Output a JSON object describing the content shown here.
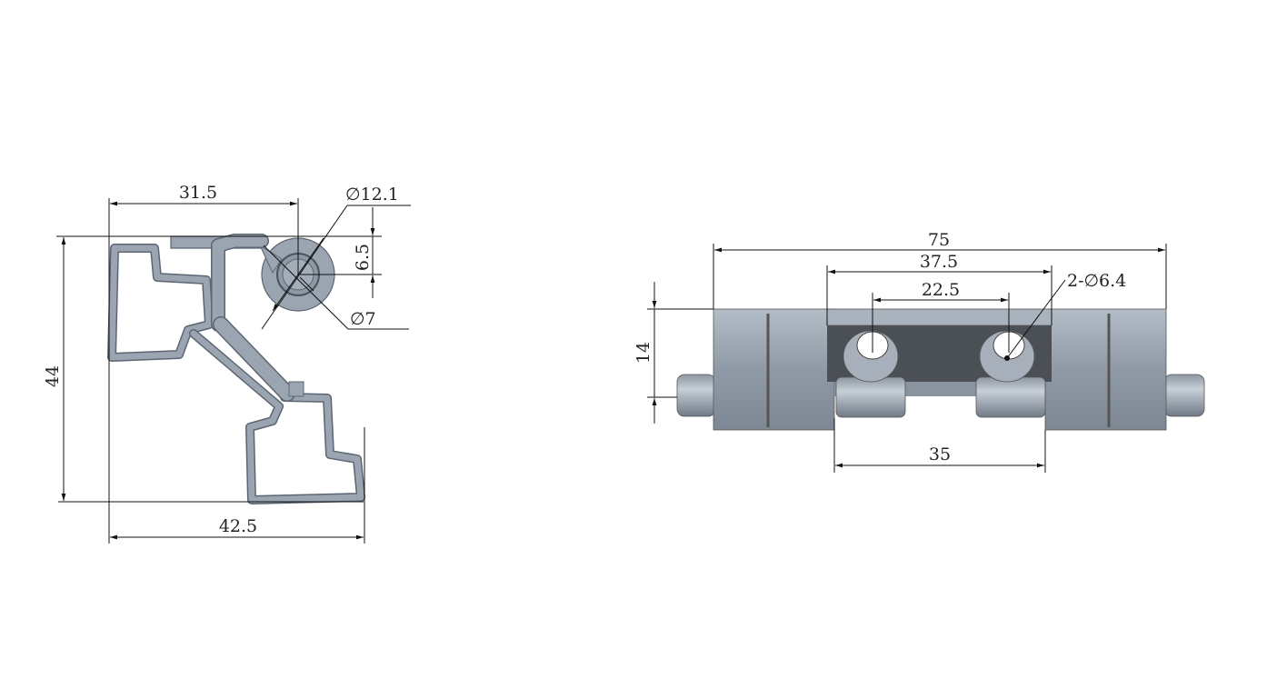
{
  "side_view": {
    "dims": {
      "width_top": "31.5",
      "height": "44",
      "width_total": "42.5",
      "offset": "6.5",
      "outer_diameter": "∅12.1",
      "pin_diameter": "∅7"
    }
  },
  "front_view": {
    "dims": {
      "length": "75",
      "recess": "37.5",
      "hole_spacing": "22.5",
      "holes": "2-∅6.4",
      "thickness": "14",
      "barrel_span": "35"
    }
  },
  "colors": {
    "part": "#9aa5b1",
    "part_dark": "#4b4f56",
    "outline": "#5b6672"
  }
}
